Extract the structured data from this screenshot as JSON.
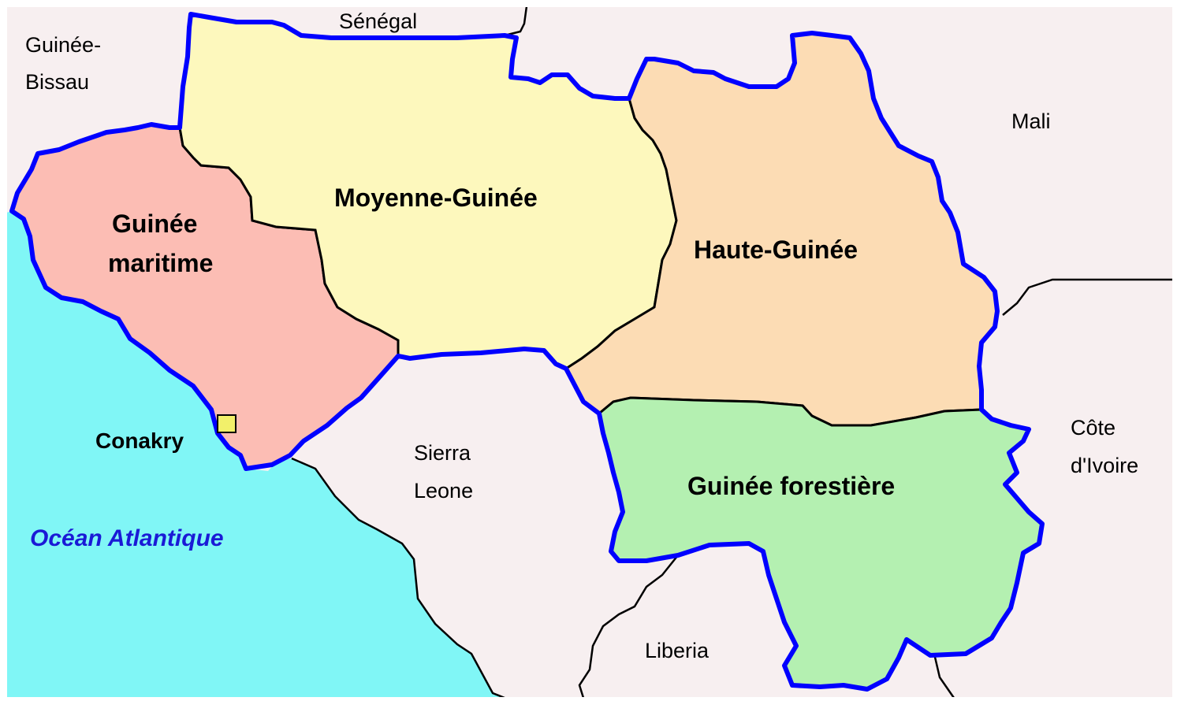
{
  "map": {
    "colors": {
      "background": "#f7eff0",
      "ocean": "#80f6f6",
      "guinee_maritime": "#fcbdb4",
      "moyenne_guinee": "#fdf8bd",
      "haute_guinee": "#fcdcb4",
      "guinee_forestiere": "#b4f0b1",
      "guinea_border": "#0000ff",
      "country_border": "#000000",
      "capital_marker": "#f2f06a"
    },
    "countries": {
      "guinee_bissau_line1": "Guinée-",
      "guinee_bissau_line2": "Bissau",
      "senegal": "Sénégal",
      "mali": "Mali",
      "cote_divoire_line1": "Côte",
      "cote_divoire_line2": "d'Ivoire",
      "sierra_leone_line1": "Sierra",
      "sierra_leone_line2": "Leone",
      "liberia": "Liberia"
    },
    "regions": {
      "guinee_maritime_line1": "Guinée",
      "guinee_maritime_line2": "maritime",
      "moyenne_guinee": "Moyenne-Guinée",
      "haute_guinee": "Haute-Guinée",
      "guinee_forestiere": "Guinée forestière"
    },
    "capital": "Conakry",
    "ocean": "Océan Atlantique",
    "capital_marker_icon": "square-marker-icon"
  }
}
